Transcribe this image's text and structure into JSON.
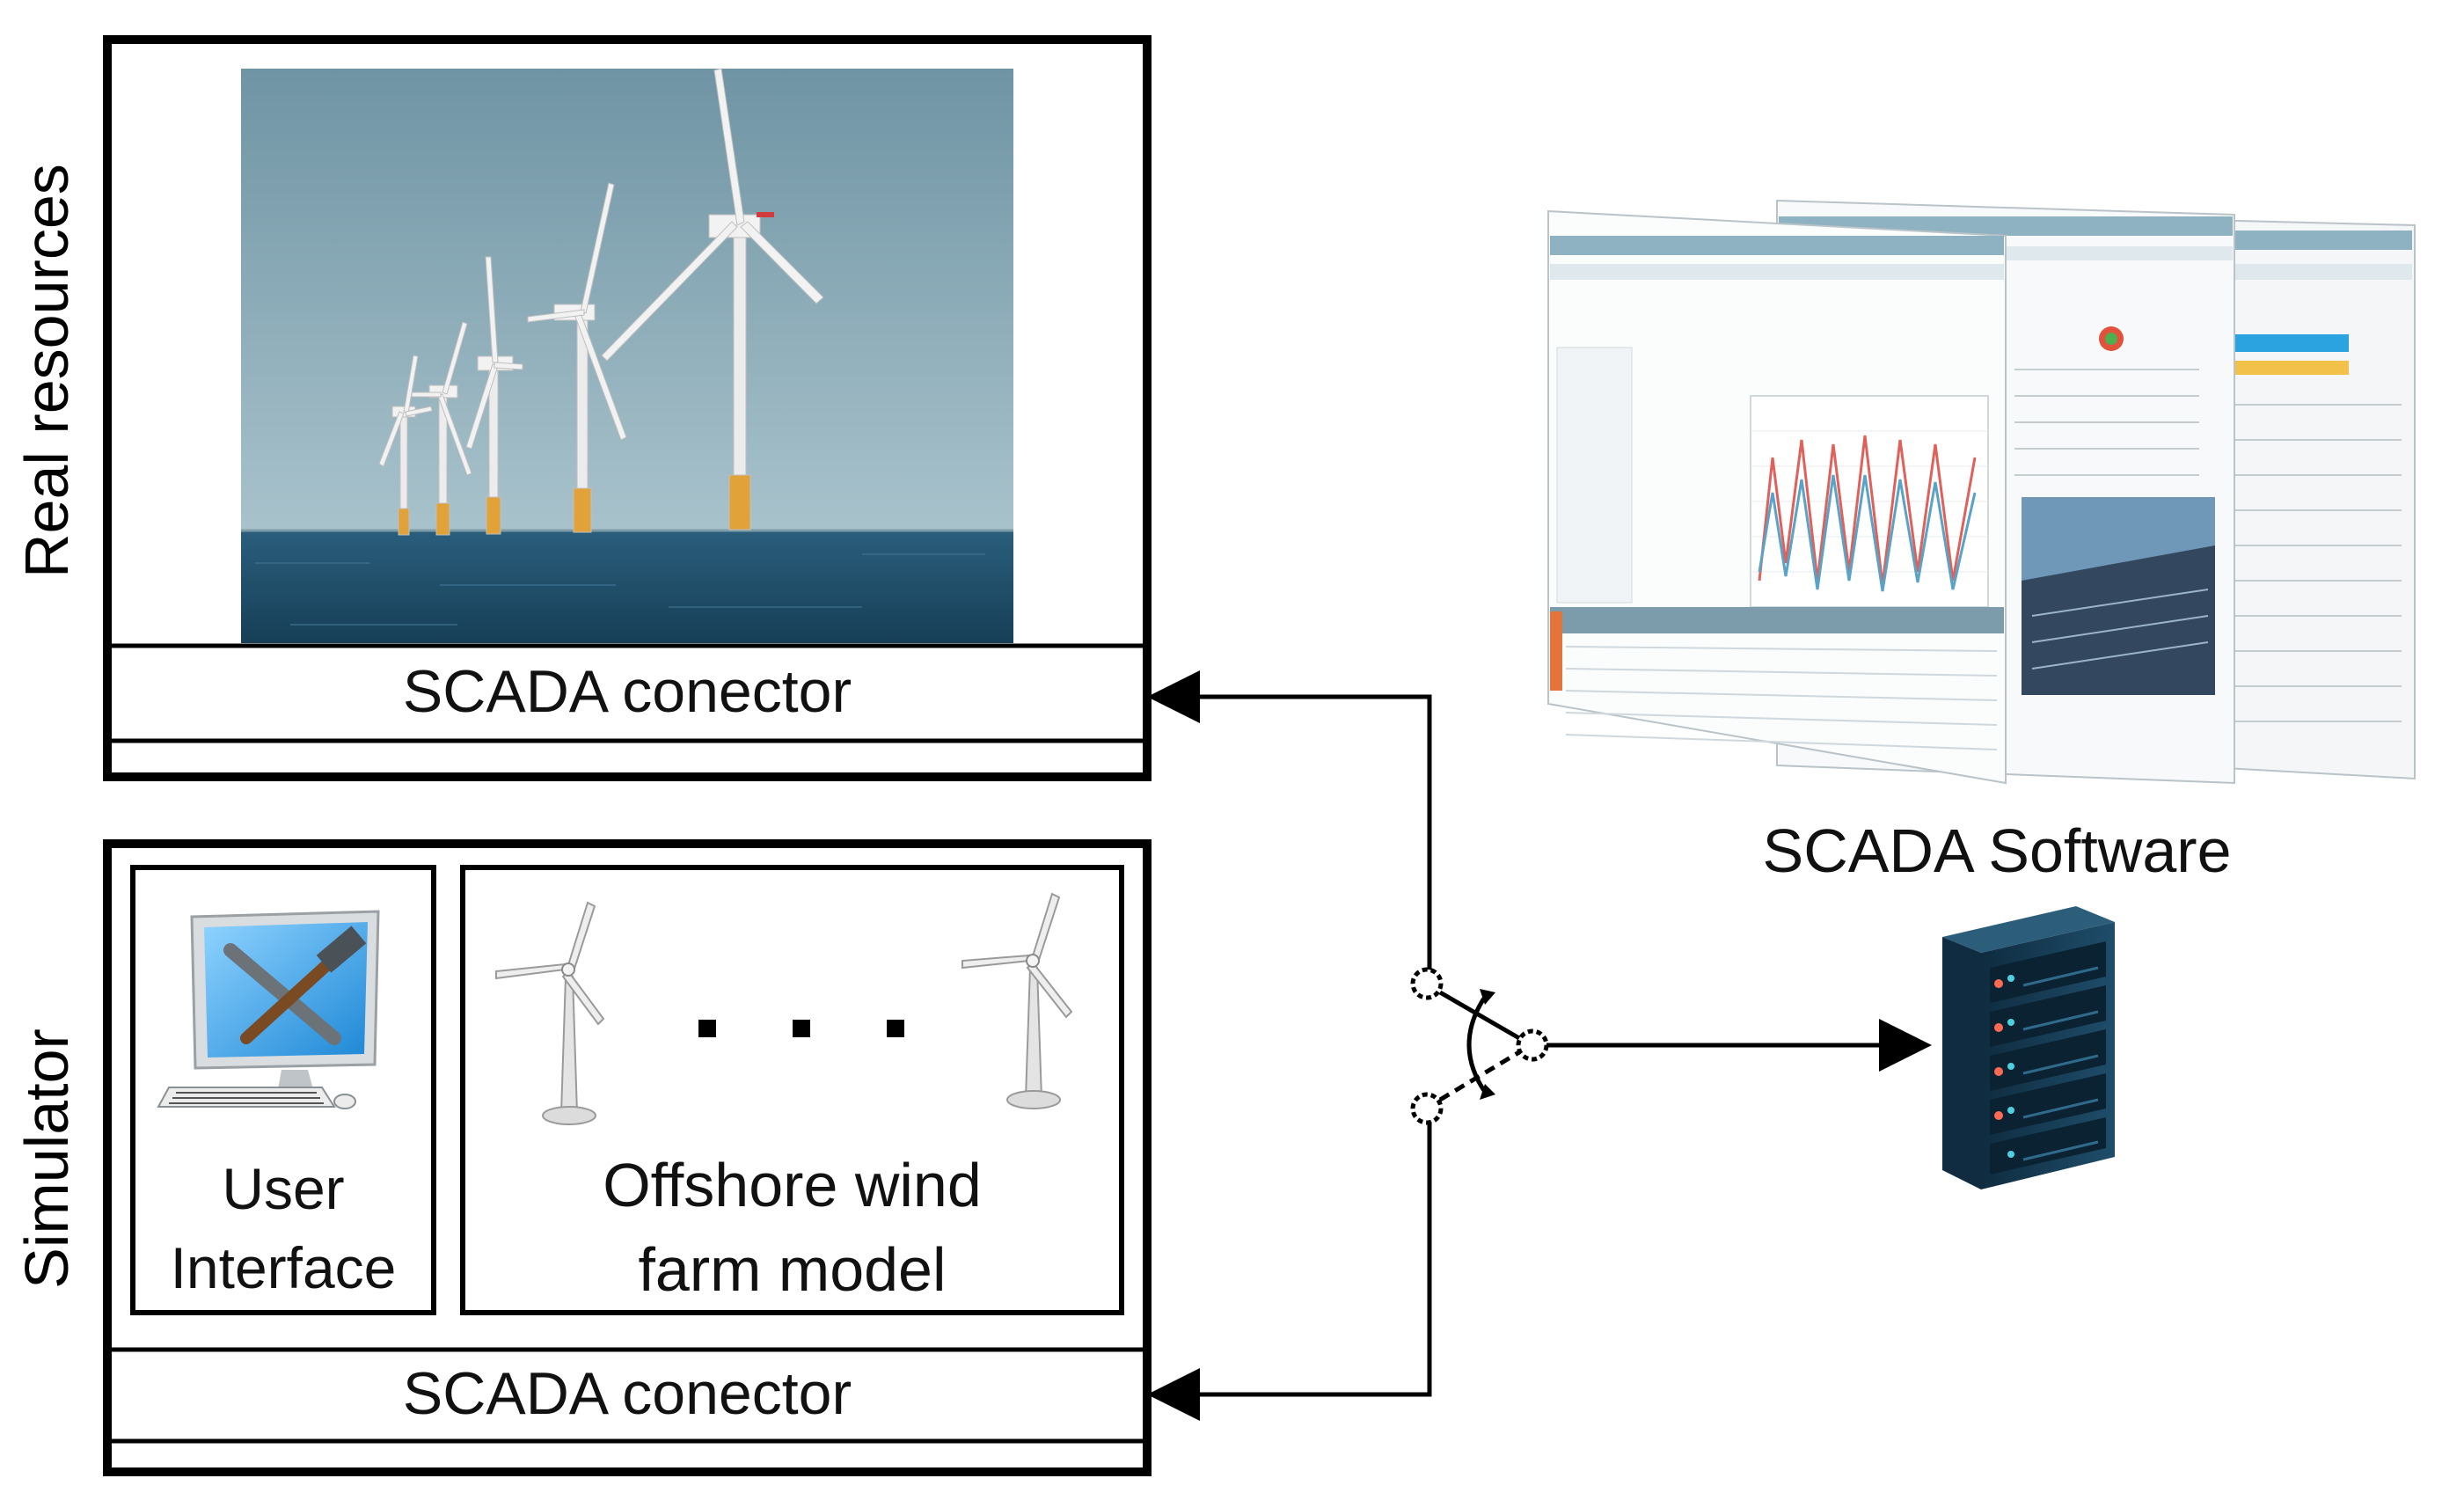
{
  "real_resources": {
    "side_label": "Real resources",
    "connector_label": "SCADA conector"
  },
  "simulator": {
    "side_label": "Simulator",
    "user_interface_label_line1": "User",
    "user_interface_label_line2": "Interface",
    "wind_farm_label_line1": "Offshore wind",
    "wind_farm_label_line2": "farm model",
    "connector_label": "SCADA conector"
  },
  "scada_software": {
    "label": "SCADA Software"
  },
  "icons": [
    "wind-farm-photo",
    "computer-tools-icon",
    "wind-turbine-icon",
    "server-rack-icon",
    "scada-screens-icon",
    "switch-icon"
  ],
  "colors": {
    "frame": "#000000",
    "sea": "#1e4f6c",
    "sky": "#8fb0bd",
    "server": "#163e58",
    "server_led": "#ff6a55"
  }
}
